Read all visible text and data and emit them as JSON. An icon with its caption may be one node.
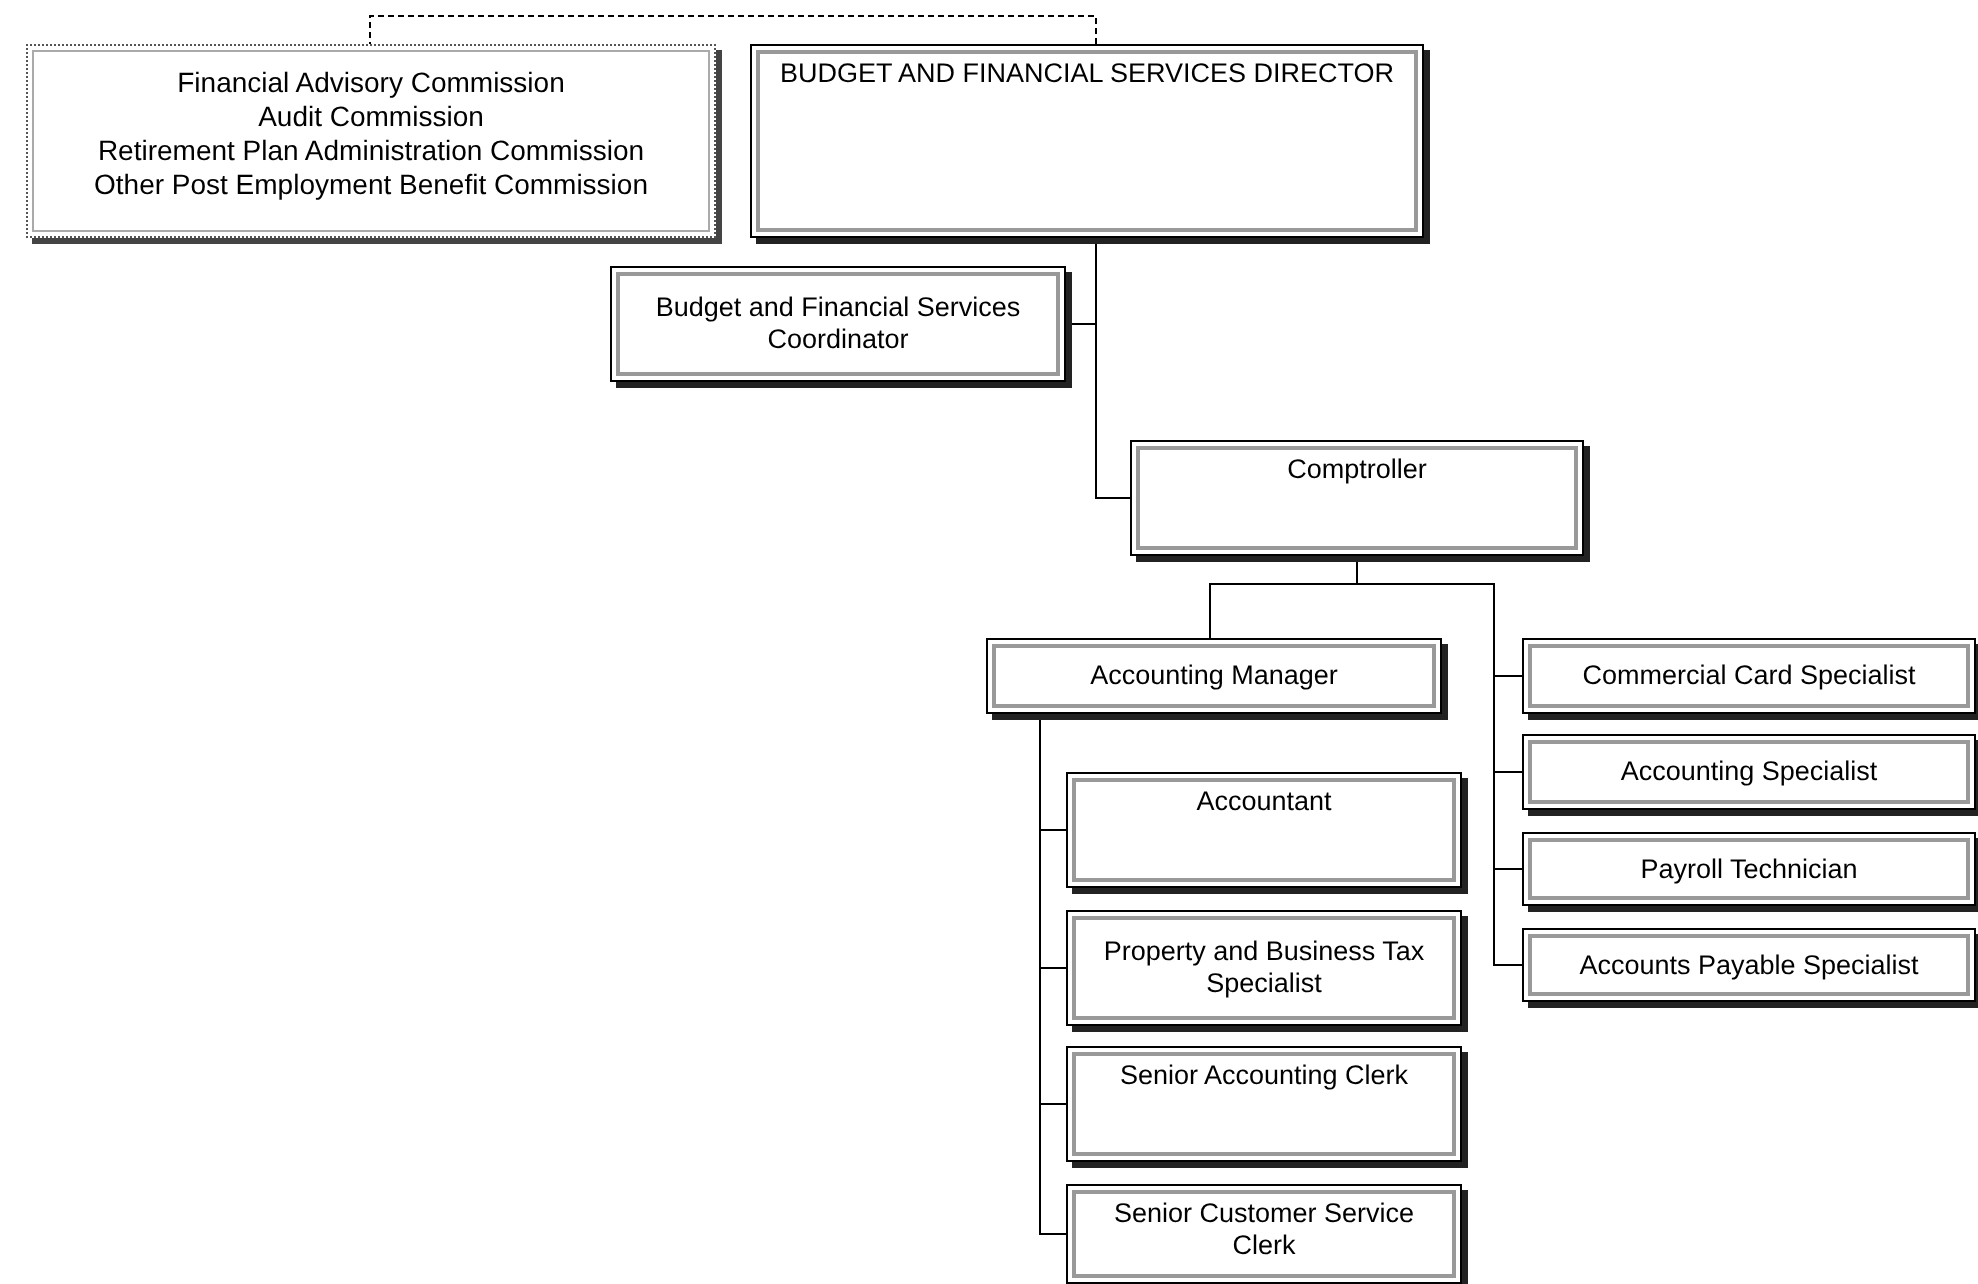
{
  "diagram": {
    "nodes": [
      {
        "text": [
          "Financial Advisory Commission",
          "Audit Commission",
          "Retirement Plan Administration Commission",
          "Other Post Employment Benefit Commission"
        ]
      },
      {
        "text": [
          "BUDGET AND FINANCIAL SERVICES DIRECTOR"
        ]
      },
      {
        "text": [
          "Budget and Financial Services Coordinator"
        ]
      },
      {
        "text": [
          "Comptroller"
        ]
      },
      {
        "text": [
          "Accounting Manager"
        ]
      },
      {
        "text": [
          "Commercial Card Specialist"
        ]
      },
      {
        "text": [
          "Accounting Specialist"
        ]
      },
      {
        "text": [
          "Payroll Technician"
        ]
      },
      {
        "text": [
          "Accounts Payable Specialist"
        ]
      },
      {
        "text": [
          "Accountant"
        ]
      },
      {
        "text": [
          "Property and Business Tax Specialist"
        ]
      },
      {
        "text": [
          "Senior Accounting Clerk"
        ]
      },
      {
        "text": [
          "Senior Customer Service Clerk"
        ]
      }
    ],
    "edges": [
      {
        "from": 1,
        "to": 0,
        "arrow": "none",
        "style": "dashed"
      },
      {
        "from": 1,
        "to": 2,
        "arrow": "none"
      },
      {
        "from": 1,
        "to": 3,
        "arrow": "none"
      },
      {
        "from": 3,
        "to": 4,
        "arrow": "none"
      },
      {
        "from": 3,
        "to": 5,
        "arrow": "none"
      },
      {
        "from": 3,
        "to": 6,
        "arrow": "none"
      },
      {
        "from": 3,
        "to": 7,
        "arrow": "none"
      },
      {
        "from": 3,
        "to": 8,
        "arrow": "none"
      },
      {
        "from": 4,
        "to": 9,
        "arrow": "none"
      },
      {
        "from": 4,
        "to": 10,
        "arrow": "none"
      },
      {
        "from": 4,
        "to": 11,
        "arrow": "none"
      },
      {
        "from": 4,
        "to": 12,
        "arrow": "none"
      }
    ]
  }
}
